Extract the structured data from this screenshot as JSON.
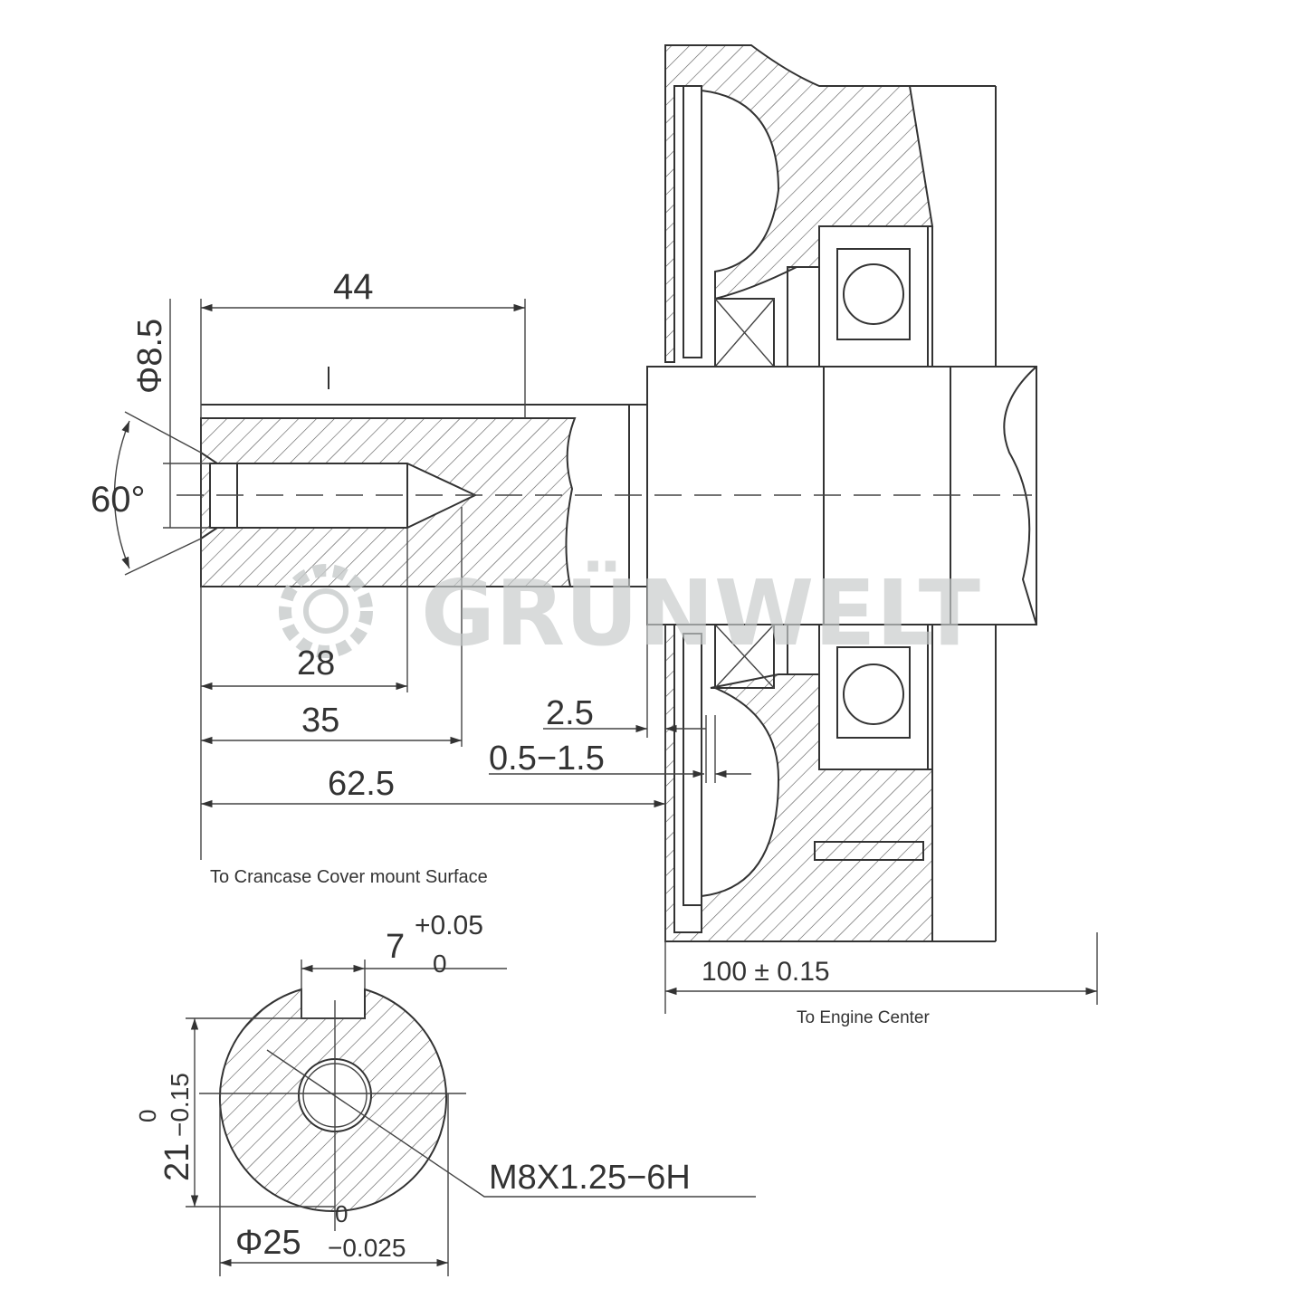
{
  "drawing": {
    "dimensions": {
      "bore_diameter": "Φ8.5",
      "chamfer_angle": "60°",
      "length_44": "44",
      "length_28": "28",
      "length_35": "35",
      "length_62_5": "62.5",
      "offset_2_5": "2.5",
      "gap": "0.5−1.5",
      "to_center": "100 ± 0.15",
      "key_width": "7",
      "key_width_upper_tol": "+0.05",
      "key_width_lower_tol": "0",
      "flat_height": "21",
      "flat_upper_tol": "0",
      "flat_lower_tol": "−0.15",
      "shaft_diameter": "Φ25",
      "shaft_upper_tol": "0",
      "shaft_lower_tol": "−0.025",
      "thread": "M8X1.25−6H"
    },
    "notes": {
      "crankcase": "To Crancase Cover mount Surface",
      "engine_center": "To Engine Center"
    },
    "watermark": "GRÜNWELT",
    "line_color": "#333333",
    "watermark_color": "#c7cbcb"
  }
}
